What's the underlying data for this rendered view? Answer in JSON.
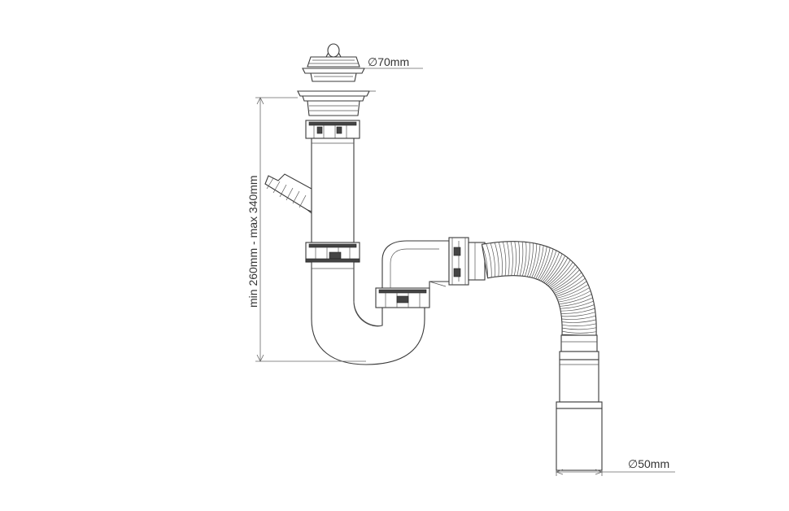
{
  "dimensions": {
    "top_diameter": "70mm",
    "bottom_diameter": "50mm",
    "height_range": "min 260mm - max 340mm",
    "diameter_symbol": "∅"
  },
  "colors": {
    "stroke": "#3a3a3a",
    "background": "#ffffff"
  }
}
